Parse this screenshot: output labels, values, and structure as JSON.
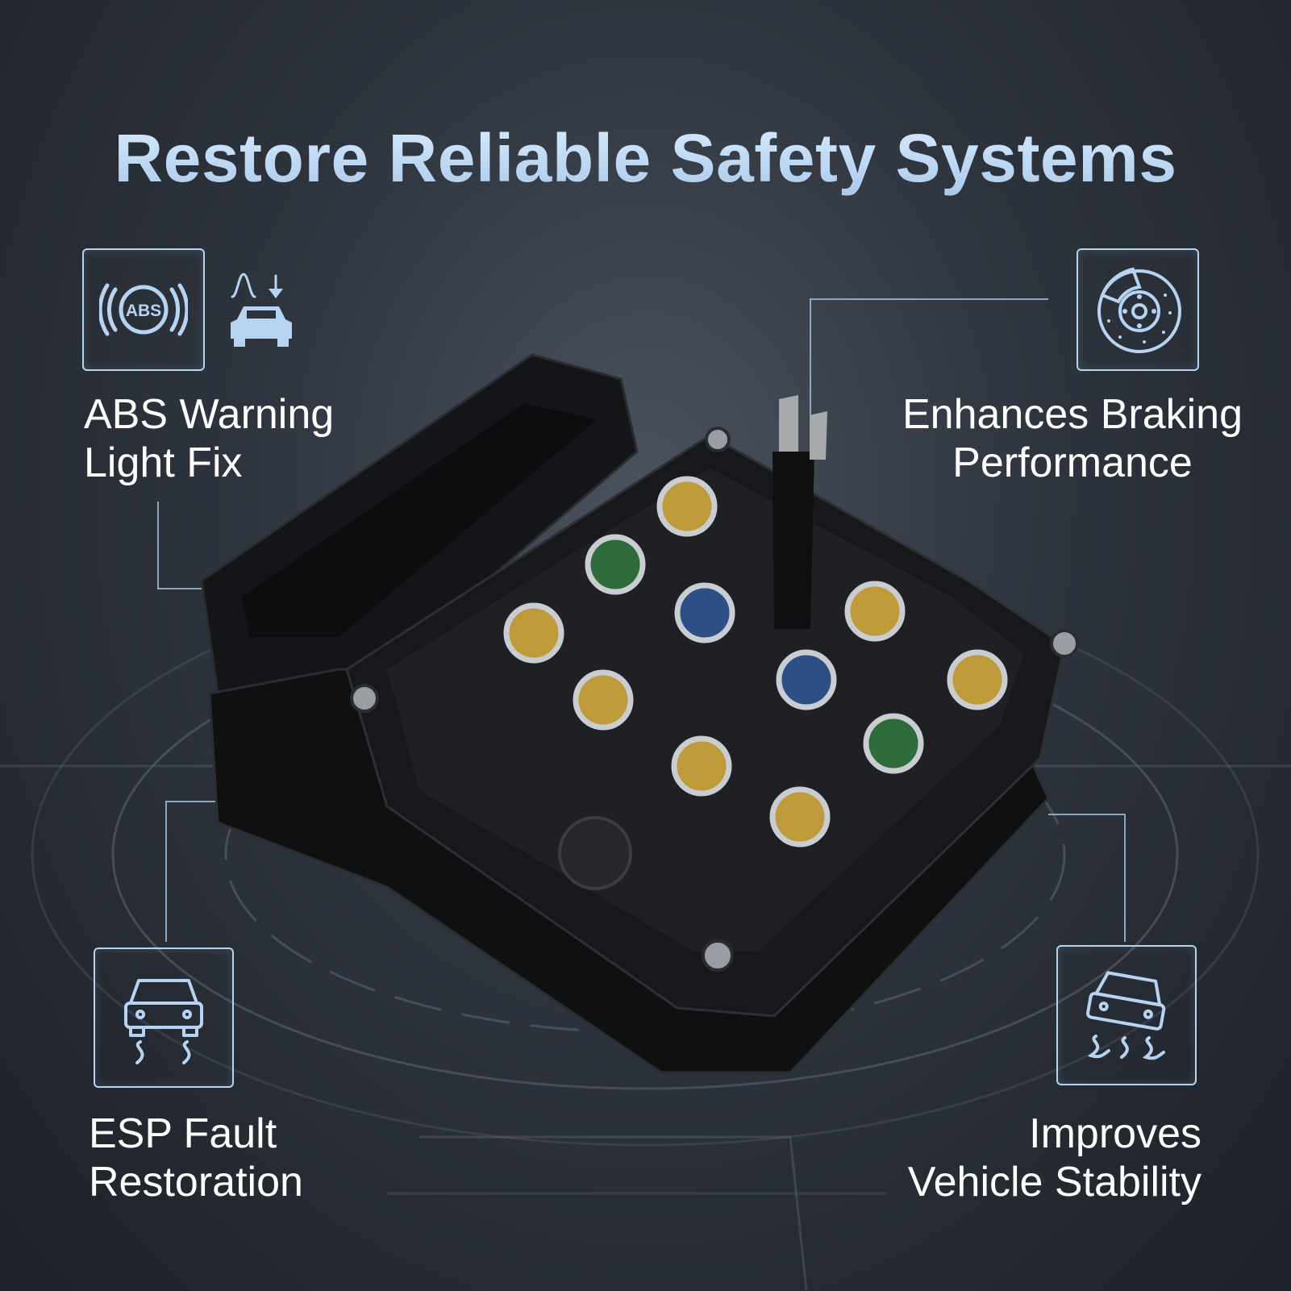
{
  "title": "Restore Reliable Safety Systems",
  "features": {
    "abs": {
      "line1": "ABS Warning",
      "line2": "Light Fix",
      "icon": "abs-warning-icon",
      "badge_text": "ABS"
    },
    "braking": {
      "line1": "Enhances Braking",
      "line2": "Performance",
      "icon": "brake-disc-icon"
    },
    "esp": {
      "line1": "ESP Fault",
      "line2": "Restoration",
      "icon": "esp-skid-car-icon"
    },
    "stability": {
      "line1": "Improves",
      "line2": "Vehicle Stability",
      "icon": "stability-skid-car-icon"
    }
  },
  "colors": {
    "accent": "#b6d4f2",
    "text": "#ffffff",
    "background": "#2e343d"
  }
}
